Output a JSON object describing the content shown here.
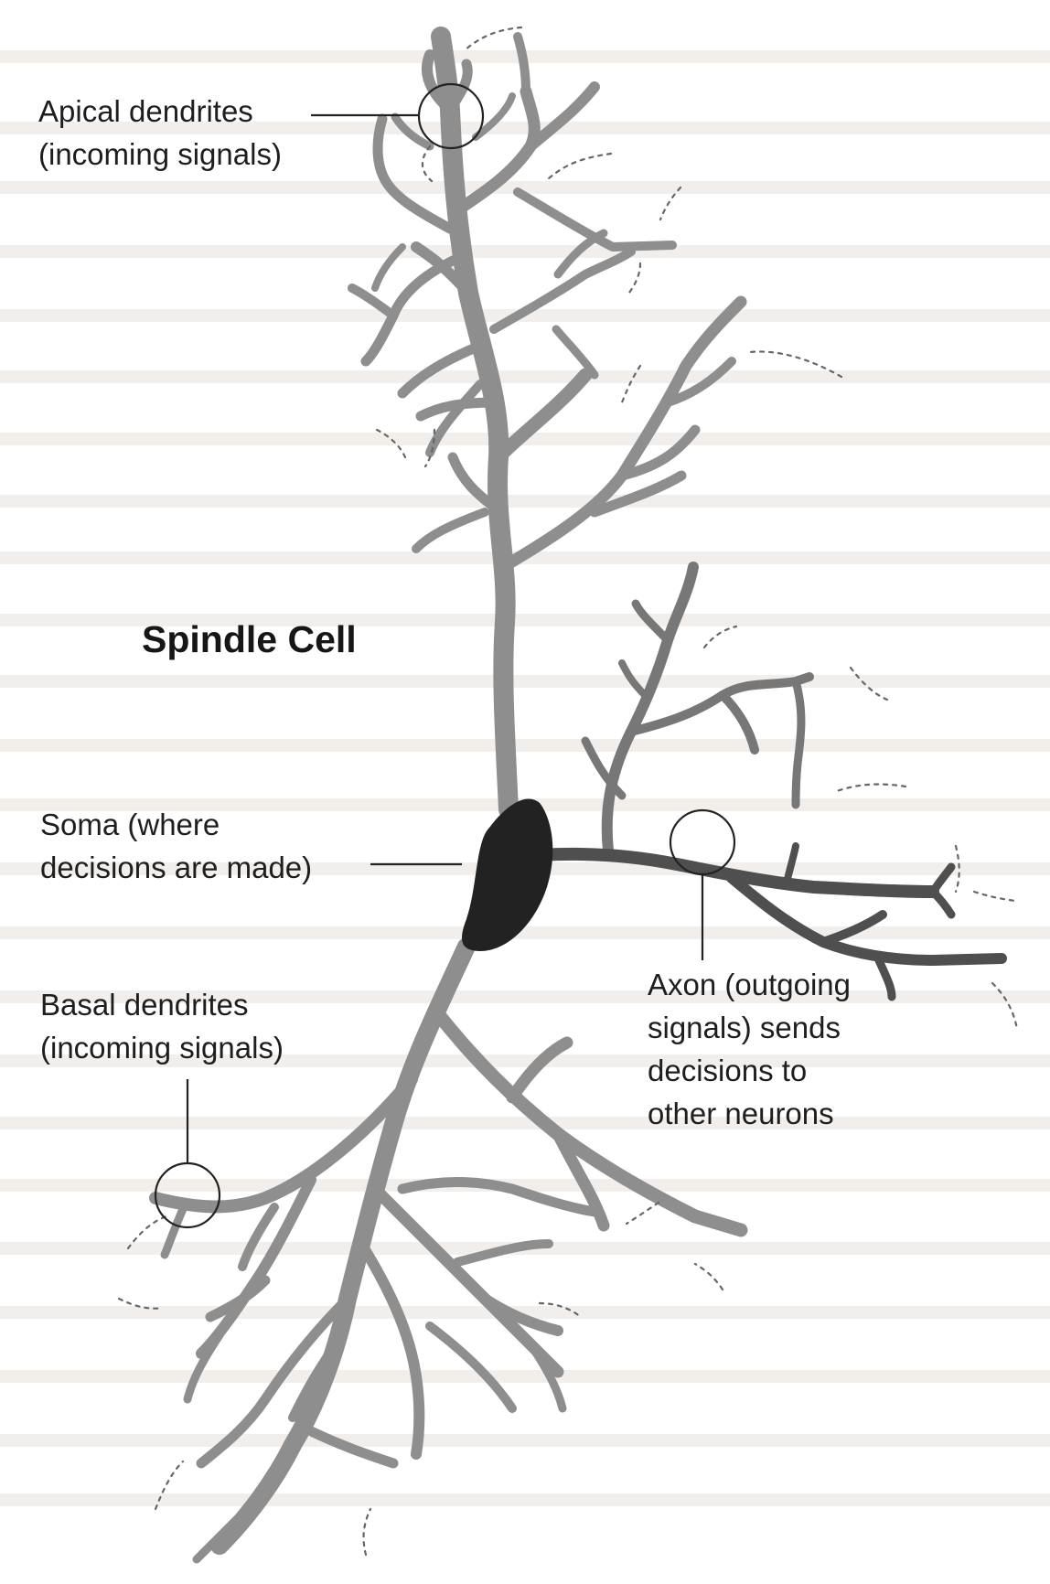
{
  "figure": {
    "title": "Spindle Cell",
    "labels": {
      "apical": "Apical dendrites\n(incoming signals)",
      "soma": "Soma (where\ndecisions are made)",
      "basal": "Basal dendrites\n(incoming signals)",
      "axon": "Axon (outgoing\nsignals) sends\ndecisions to\nother neurons"
    },
    "colors": {
      "background": "#ffffff",
      "dendrite": "#8e8e8e",
      "soma": "#222222",
      "axon": "#4f4f4f",
      "text": "#1e1e1e"
    }
  }
}
